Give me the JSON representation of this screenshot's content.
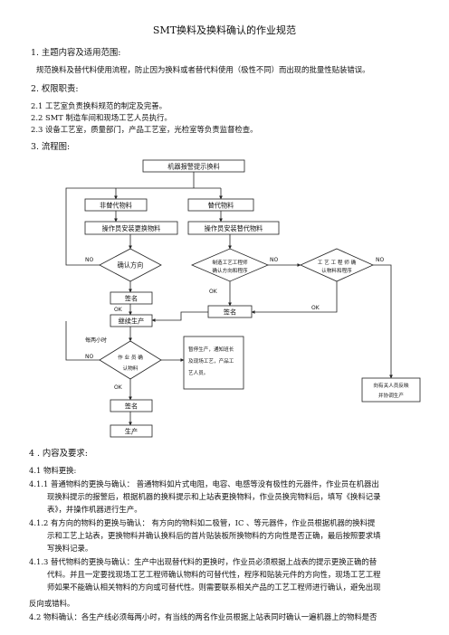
{
  "title": "SMT换料及换料确认的作业规范",
  "s1": {
    "heading": "1.  主题内容及适用范围:",
    "body": "规范换料及替代料使用流程，防止因为换料或者替代料使用（极性不同）而出现的批量性贴装错误。"
  },
  "s2": {
    "heading": "2.  权限职责:",
    "items": [
      "2.1 工艺室负责换料规范的制定及完善。",
      "2.2 SMT 制造车间和现场工艺人员执行。",
      "2.3 设备工艺室，质量部门，产品工艺室，光检室等负责监督检查。"
    ]
  },
  "s3": {
    "heading": "3.  流程图:"
  },
  "flow": {
    "start": "机器报警提示换料",
    "non_sub": "非替代物料",
    "sub": "替代物料",
    "op_install": "操作员安装更换物料",
    "op_install_sub": "操作员安装替代物料",
    "confirm_dir": "确认方向",
    "eng_check_1": "制造工艺工程师",
    "eng_check_2": "确认方向和程序",
    "tech_confirm_1": "工 艺 工 程 师 确",
    "tech_confirm_2": "认物料和程序",
    "sign1": "签名",
    "sign2": "签名",
    "sign3": "签名",
    "continue": "继续生产",
    "every2h": "每两小时",
    "op_confirm_1": "作 业 员 确",
    "op_confirm_2": "认物料",
    "pause_1": "暂停生产，通知班长",
    "pause_2": "及现场工艺，产品工",
    "pause_3": "艺人员。",
    "feedback_1": "向有关人员反映",
    "feedback_2": "并协调生产",
    "produce": "生产",
    "no": "NO",
    "ok": "OK"
  },
  "s4": {
    "heading": "4 . 内容及要求:",
    "lines": [
      "4.1  物料更换:",
      "4.1.1  普通物料的更换与确认：   普通物料如片式电阻，电容、电感等没有极性的元器件，作业员在机器出",
      "现换料提示的报警后，根据机器的换料提示和上站表更换物料，作业员换完物料后，填写《换料记录",
      "表》，并操作机器进行生产。",
      "4.1.2  有方向的物料的更换与确认：   有方向的物料如二极管，IC  、等元器件，作业员根据机器的换料提",
      "示和工艺上站表，更换物料并确认换料后的首片贴装板所换物料的方向性是否正确，最后按照要求填",
      "写换料记录。",
      "4.1.3  替代物料的更换与确认：生产中出现替代料的更换时，作业员必须根据上战表的提示更换正确的替",
      "代料。并且一定要找现场工艺工程师确认物料的可替代性，程序和贴装元件的方向性，现场工艺工程",
      "师如果不能确认相关物料的方向或可替代性。则需要联系相关产品的工艺工程师进行确认，避免出现",
      "反向或错料。",
      "4.2  物料确认：各生产线必须每两小时，有当线的两名作业员根据上站表同时确认一遍机器上的物料是否"
    ]
  }
}
